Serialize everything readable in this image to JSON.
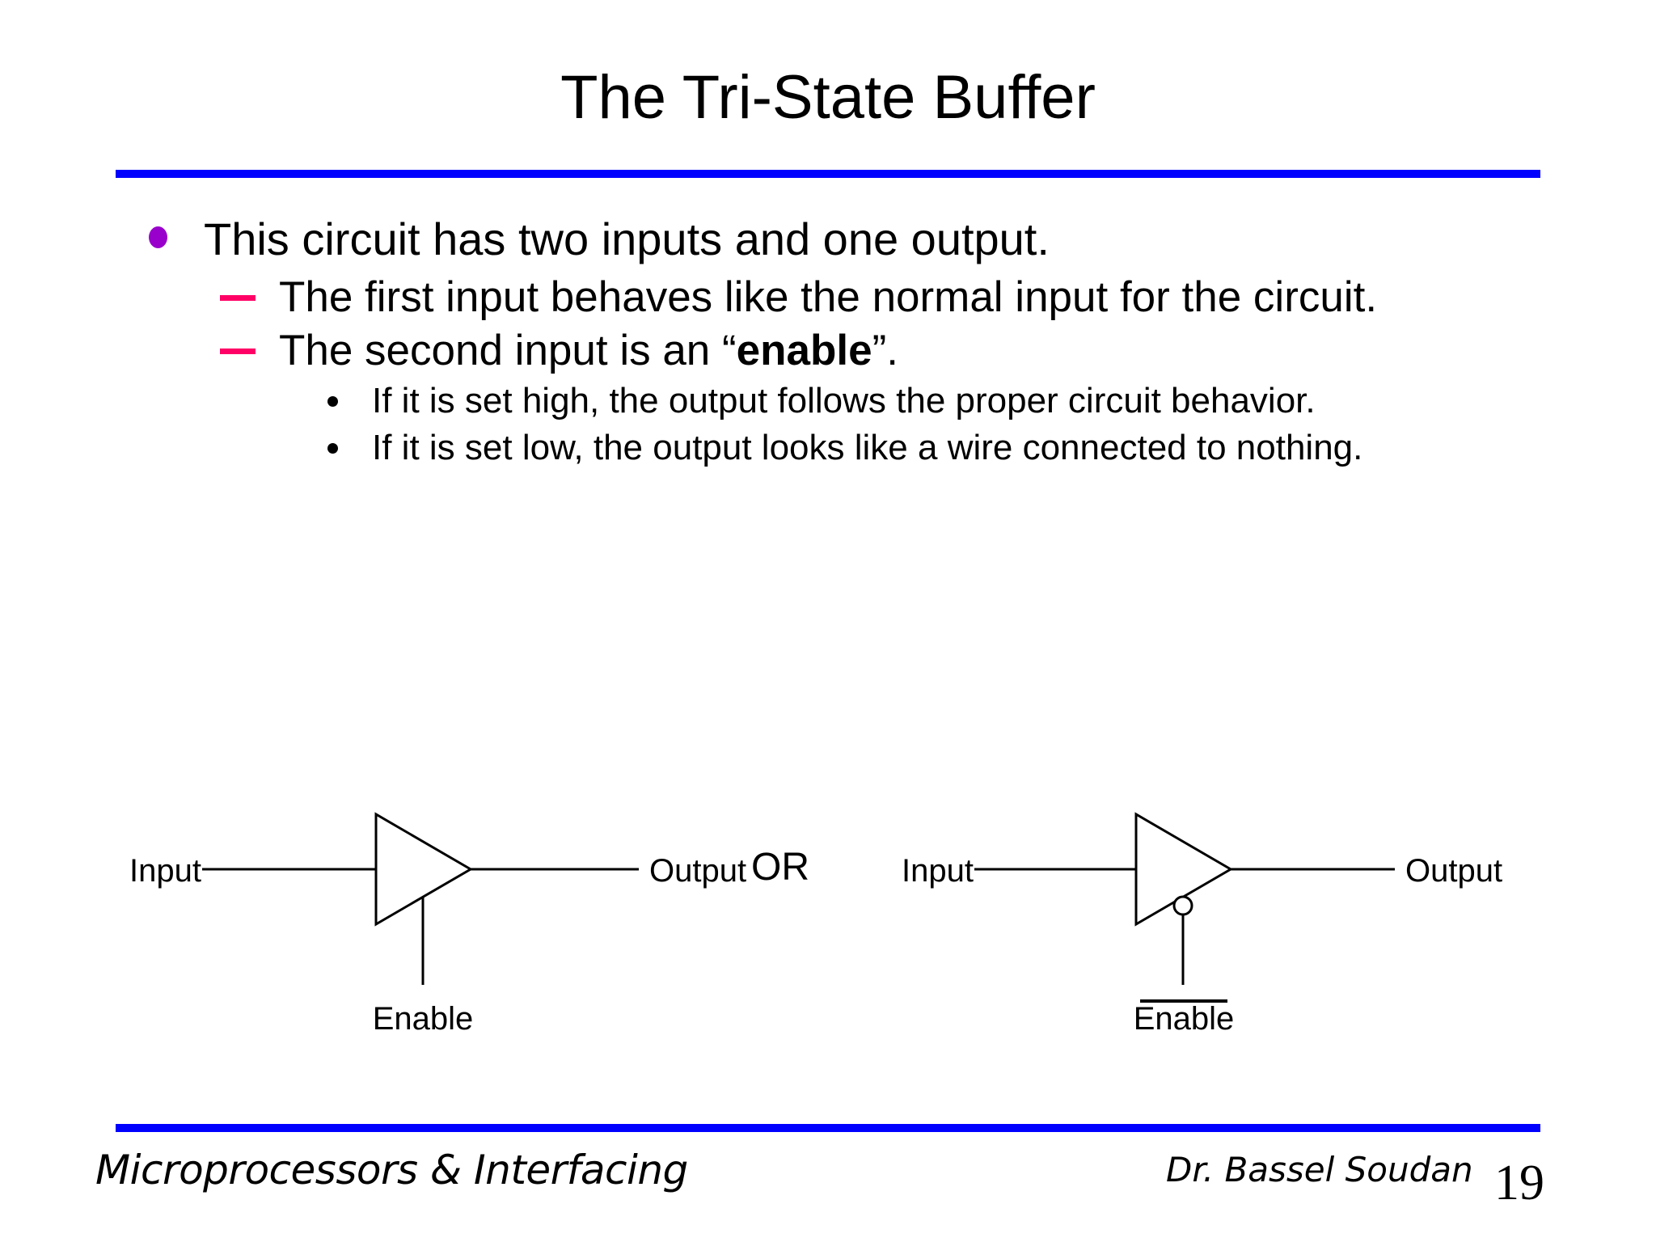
{
  "slide": {
    "title": "The Tri-State Buffer",
    "accent_color": "#0000ff",
    "bullet_l1_color": "#9900cc",
    "bullet_l2_color": "#ff0066"
  },
  "body": {
    "b1": "This circuit has two inputs and one output.",
    "b2a": "The first input behaves like the normal input for the circuit.",
    "b2b_pre": "The second input is an “",
    "b2b_bold": "enable",
    "b2b_post": "”.",
    "b3a": "If it is set high, the output follows the proper circuit behavior.",
    "b3b": "If it is set low, the output looks like a wire connected to nothing."
  },
  "circuits": {
    "or_label": "OR",
    "left": {
      "input": "Input",
      "output": "Output",
      "enable": "Enable",
      "active_low": false
    },
    "right": {
      "input": "Input",
      "output": "Output",
      "enable": "Enable",
      "active_low": true
    }
  },
  "footer": {
    "course": "Microprocessors & Interfacing",
    "author": "Dr. Bassel Soudan",
    "page": "19"
  }
}
